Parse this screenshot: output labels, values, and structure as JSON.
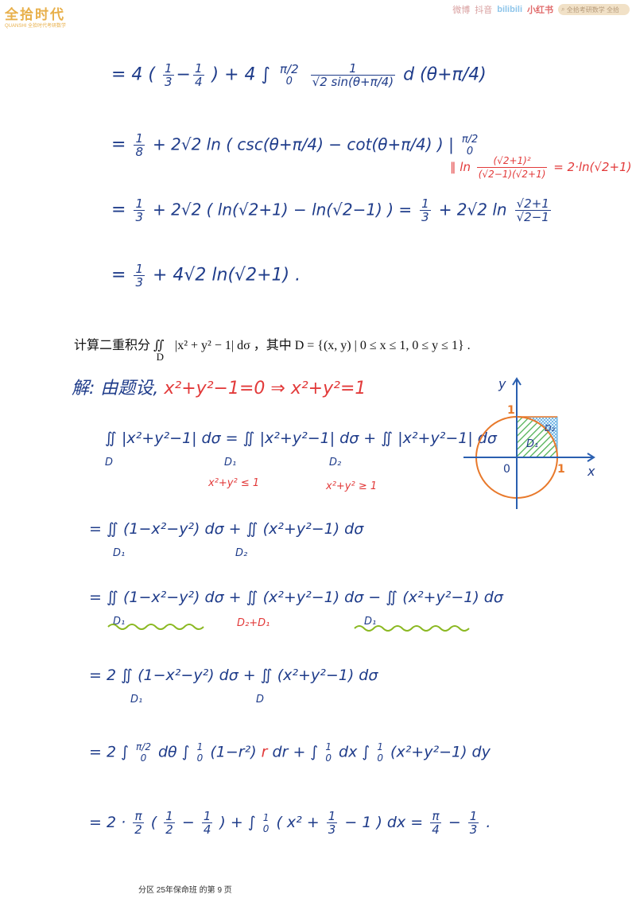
{
  "header": {
    "brand_title": "全拾时代",
    "brand_sub": "QUANSHI 全拾时代考研数学",
    "social_1": "微博",
    "social_2": "抖音",
    "social_3": "bilibili",
    "social_4": "小红书",
    "search_text": "全拾考研数学 全拾"
  },
  "lines": {
    "l1_a": "= 4 (",
    "l1_f1n": "1",
    "l1_f1d": "3",
    "l1_f2n": "1",
    "l1_f2d": "4",
    "l1_b": ") + 4 ∫",
    "l1_up": "π/2",
    "l1_lo": "0",
    "l1_fn": "1",
    "l1_fd": "√2 sin(θ+π/4)",
    "l1_c": "d (θ+π/4)",
    "l2_a": "=",
    "l2_fn": "1",
    "l2_fd": "8",
    "l2_b": "+ 2√2 ln ( csc(θ+π/4) − cot(θ+π/4) ) |",
    "l2_up": "π/2",
    "l2_lo": "0",
    "note_eq": "∥",
    "note_ln": "ln",
    "note_fn": "(√2+1)²",
    "note_fd": "(√2−1)(√2+1)",
    "note_rest": "= 2·ln(√2+1)",
    "l3_a": "=",
    "l3_fn": "1",
    "l3_fd": "3",
    "l3_b": "+ 2√2 ( ln(√2+1) − ln(√2−1) ) =",
    "l3_f2n": "1",
    "l3_f2d": "3",
    "l3_c": "+ 2√2 ln",
    "l3_f3n": "√2+1",
    "l3_f3d": "√2−1",
    "l4_a": "=",
    "l4_fn": "1",
    "l4_fd": "3",
    "l4_b": "+ 4√2 ln(√2+1) ."
  },
  "problem": {
    "text_a": "计算二重积分 ∬",
    "text_d": "D",
    "text_b": "|x² + y² − 1| dσ ，其中 D = {(x, y) | 0 ≤ x ≤ 1, 0 ≤ y ≤ 1} ."
  },
  "solution": {
    "jie": "解: 由题设,",
    "eq1": "x²+y²−1=0",
    "arrow": "⇒",
    "eq2": "x²+y²=1",
    "s1_a": "∬ |x²+y²−1| dσ = ∬ |x²+y²−1| dσ + ∬ |x²+y²−1| dσ",
    "s1_d": "D",
    "s1_d1": "D₁",
    "s1_d2": "D₂",
    "cond1": "x²+y² ≤ 1",
    "cond2": "x²+y² ≥ 1",
    "s2": "= ∬ (1−x²−y²) dσ + ∬ (x²+y²−1) dσ",
    "s2_d1": "D₁",
    "s2_d2": "D₂",
    "s3": "= ∬ (1−x²−y²) dσ + ∬ (x²+y²−1) dσ − ∬ (x²+y²−1) dσ",
    "s3_d1": "D₁",
    "s3_d2": "D₂+D₁",
    "s3_d3": "D₁",
    "s4": "= 2 ∬ (1−x²−y²) dσ + ∬ (x²+y²−1) dσ",
    "s4_d1": "D₁",
    "s4_d2": "D",
    "s5_a": "= 2 ∫",
    "s5_up": "π/2",
    "s5_lo": "0",
    "s5_b": "dθ ∫",
    "s5_up2": "1",
    "s5_lo2": "0",
    "s5_c": "(1−r²)",
    "s5_r": "r",
    "s5_d": "dr + ∫",
    "s5_up3": "1",
    "s5_lo3": "0",
    "s5_e": "dx ∫",
    "s5_up4": "1",
    "s5_lo4": "0",
    "s5_f": "(x²+y²−1) dy",
    "s6_a": "= 2 ·",
    "s6_f1n": "π",
    "s6_f1d": "2",
    "s6_b": "(",
    "s6_f2n": "1",
    "s6_f2d": "2",
    "s6_c": "−",
    "s6_f3n": "1",
    "s6_f3d": "4",
    "s6_d": ") + ∫",
    "s6_up": "1",
    "s6_lo": "0",
    "s6_e": "( x² +",
    "s6_f4n": "1",
    "s6_f4d": "3",
    "s6_g": "− 1 ) dx =",
    "s6_f5n": "π",
    "s6_f5d": "4",
    "s6_h": "−",
    "s6_f6n": "1",
    "s6_f6d": "3",
    "s6_i": "."
  },
  "diagram": {
    "y_label": "y",
    "x_label": "x",
    "origin": "0",
    "one_x": "1",
    "one_y": "1",
    "d1": "D₁",
    "d2": "D₂",
    "circle_color": "#e8792b",
    "axis_color": "#2a5fb0",
    "d1_fill": "#4caf50",
    "d2_fill": "#5aa9e0"
  },
  "footer": {
    "text": "分区 25年保命班 的第 9 页"
  }
}
